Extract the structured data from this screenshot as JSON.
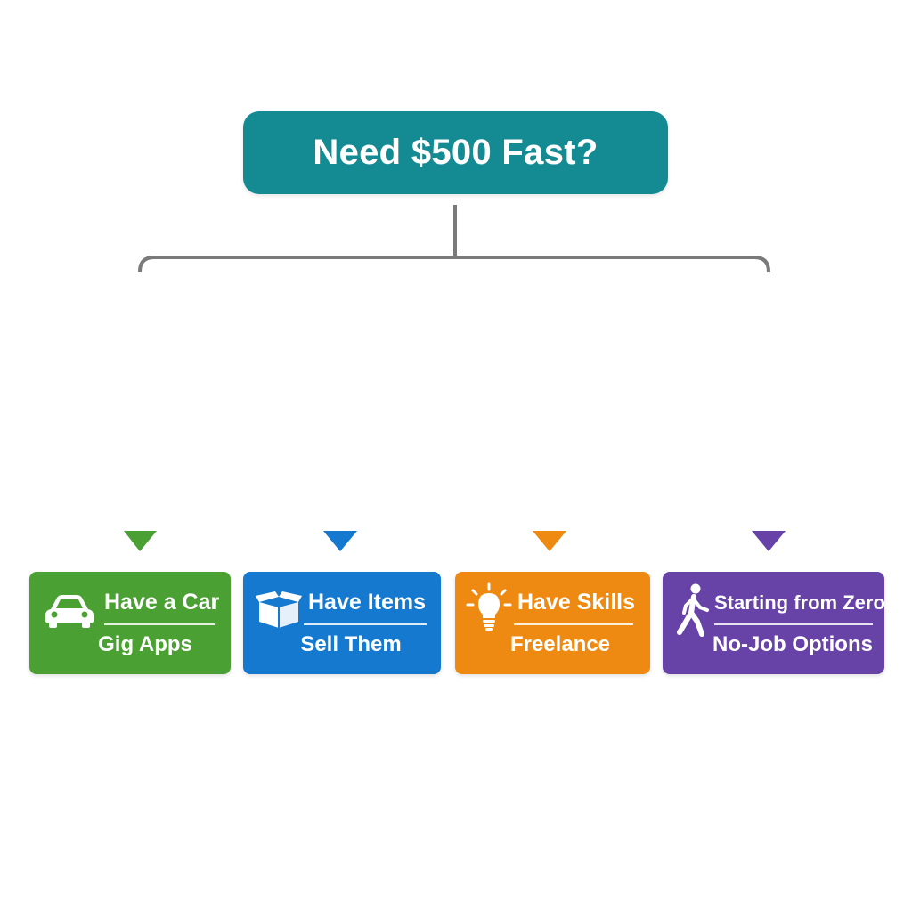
{
  "root": {
    "title": "Need $500 Fast?",
    "color": "#148a92"
  },
  "connector_color": "#7a7a7a",
  "branches": [
    {
      "title": "Have a Car",
      "subtitle": "Gig Apps",
      "icon": "car-icon",
      "color": "#4aa032"
    },
    {
      "title": "Have Items",
      "subtitle": "Sell Them",
      "icon": "box-icon",
      "color": "#1679d0"
    },
    {
      "title": "Have Skills",
      "subtitle": "Freelance",
      "icon": "lightbulb-icon",
      "color": "#ee8a12"
    },
    {
      "title": "Starting from Zero",
      "subtitle": "No-Job Options",
      "icon": "walking-person-icon",
      "color": "#6743a8"
    }
  ]
}
